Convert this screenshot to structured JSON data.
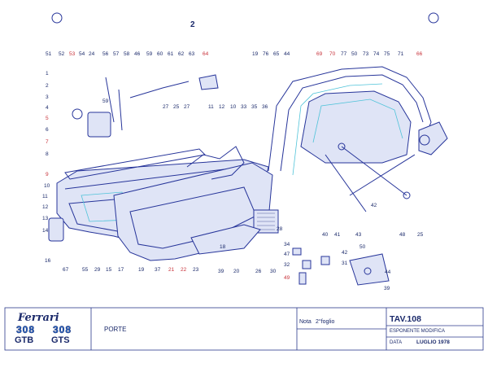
{
  "header": {
    "tab_number": "2"
  },
  "title_block": {
    "brand": "Ferrari",
    "models": [
      {
        "number": "308",
        "name": "GTB"
      },
      {
        "number": "308",
        "name": "GTS"
      }
    ],
    "section": "PORTE",
    "sheet_label": "Nota",
    "sheet_value": "2°foglio",
    "table": "TAV.108",
    "modification_label": "ESPONENTE MODIFICA",
    "date_label": "DATA",
    "date_value": "LUGLIO 1978"
  },
  "callouts": {
    "left_top": [
      "51",
      "52",
      "53",
      "54",
      "24",
      "56",
      "57",
      "58",
      "46",
      "59",
      "60",
      "61",
      "62",
      "63",
      "64"
    ],
    "left_side": [
      "1",
      "2",
      "3",
      "4",
      "5",
      "6",
      "7",
      "8",
      "9",
      "10",
      "11",
      "12",
      "13",
      "14"
    ],
    "middle": [
      "59",
      "11",
      "12",
      "10",
      "33",
      "35",
      "36",
      "27",
      "25",
      "27"
    ],
    "bottom": [
      "16",
      "67",
      "55",
      "29",
      "15",
      "17",
      "19",
      "37",
      "21",
      "22",
      "23",
      "39",
      "18",
      "20",
      "26",
      "30",
      "28"
    ],
    "right_top": [
      "19",
      "76",
      "65",
      "44",
      "69",
      "70",
      "77",
      "50",
      "73",
      "74",
      "75",
      "71",
      "66"
    ],
    "right_lower": [
      "42",
      "40",
      "41",
      "43",
      "48",
      "25"
    ],
    "small_parts": [
      "34",
      "47",
      "32",
      "49",
      "42",
      "31",
      "44",
      "39",
      "50"
    ]
  },
  "colors": {
    "ink": "#27359a",
    "red": "#c8323a",
    "cyan": "#4fc3d9"
  }
}
